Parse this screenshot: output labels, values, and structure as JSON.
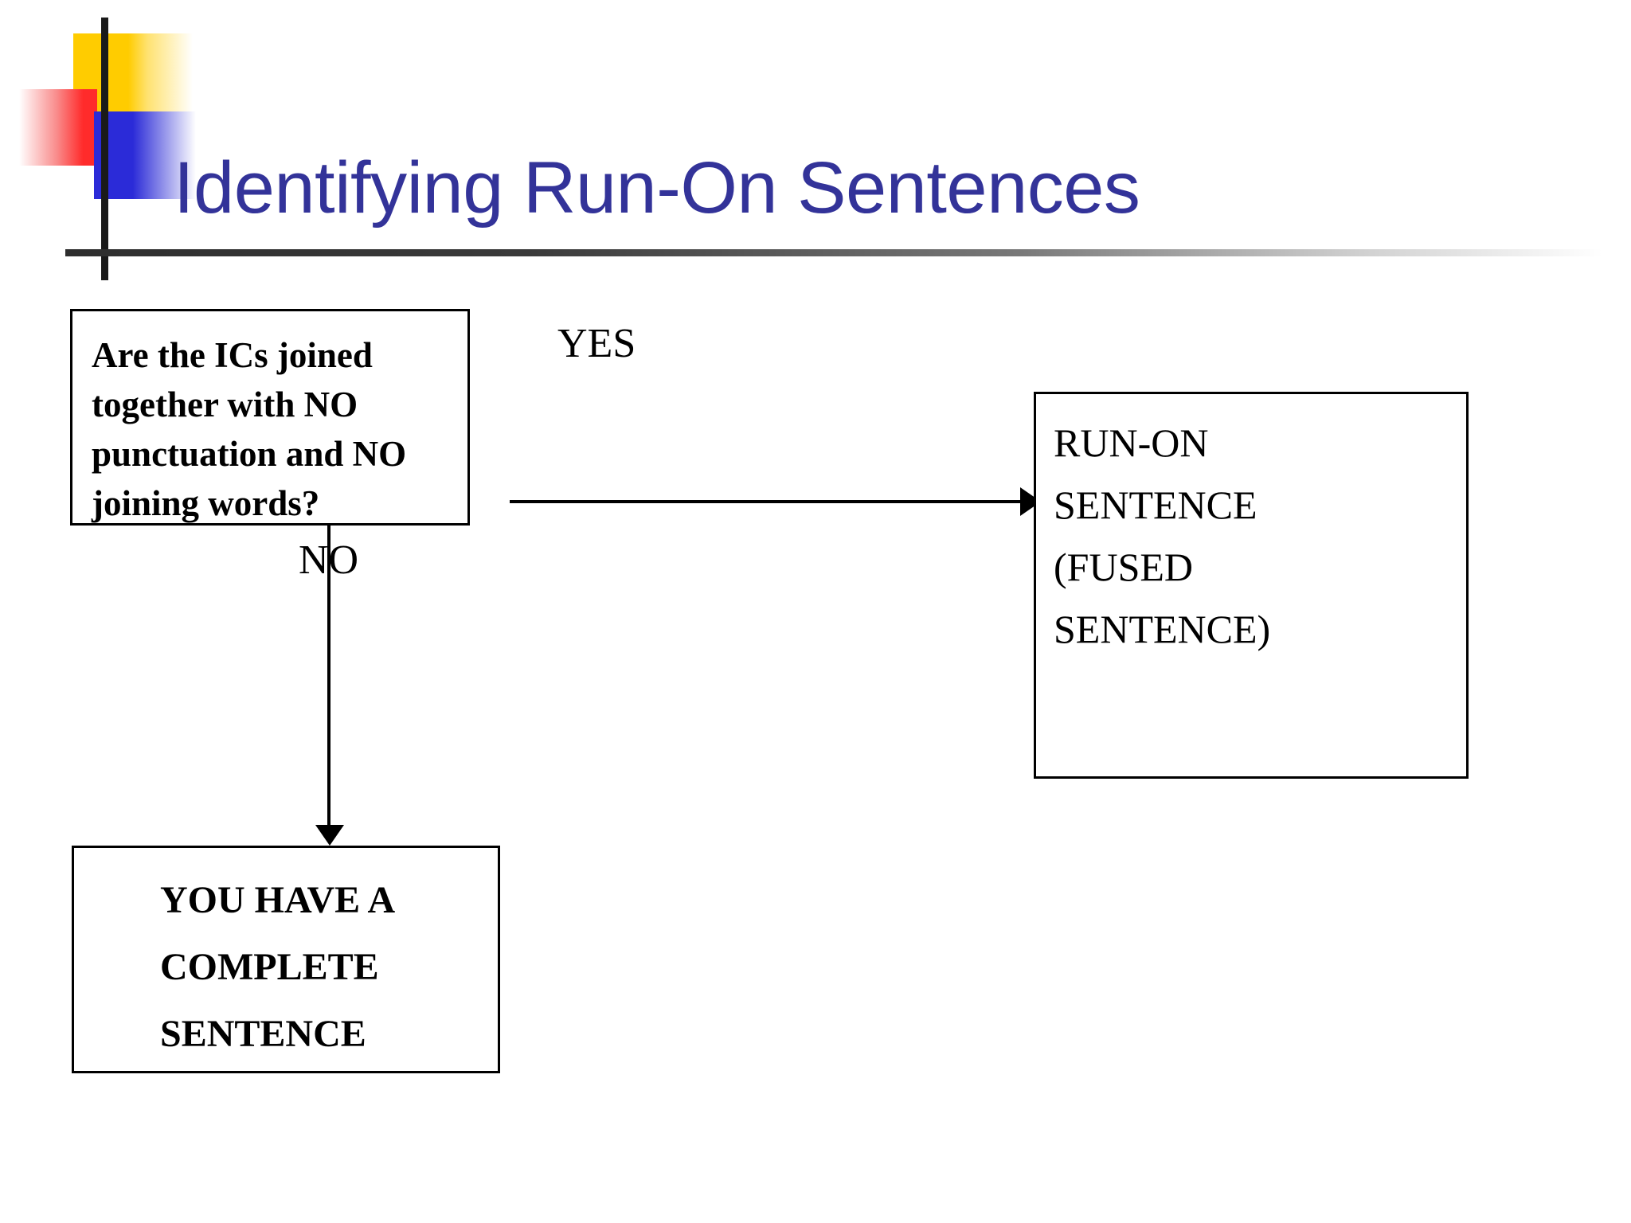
{
  "slide": {
    "title": "Identifying Run-On Sentences",
    "title_color": "#333399",
    "background_color": "#ffffff"
  },
  "decoration": {
    "yellow_color": "#FFCC00",
    "red_color": "#FF2B2B",
    "blue_color": "#2B2BD8",
    "cross_color": "#1a1a1a"
  },
  "flowchart": {
    "question_box": {
      "lines": [
        "Are the ICs joined",
        "together with NO",
        "punctuation and NO",
        "joining words?"
      ]
    },
    "runon_box": {
      "lines": [
        "RUN-ON",
        "SENTENCE",
        "(FUSED",
        "SENTENCE)"
      ]
    },
    "complete_box": {
      "lines": [
        "YOU HAVE A",
        "COMPLETE",
        "SENTENCE"
      ]
    },
    "edges": {
      "yes_label": "YES",
      "no_label": "NO"
    }
  }
}
